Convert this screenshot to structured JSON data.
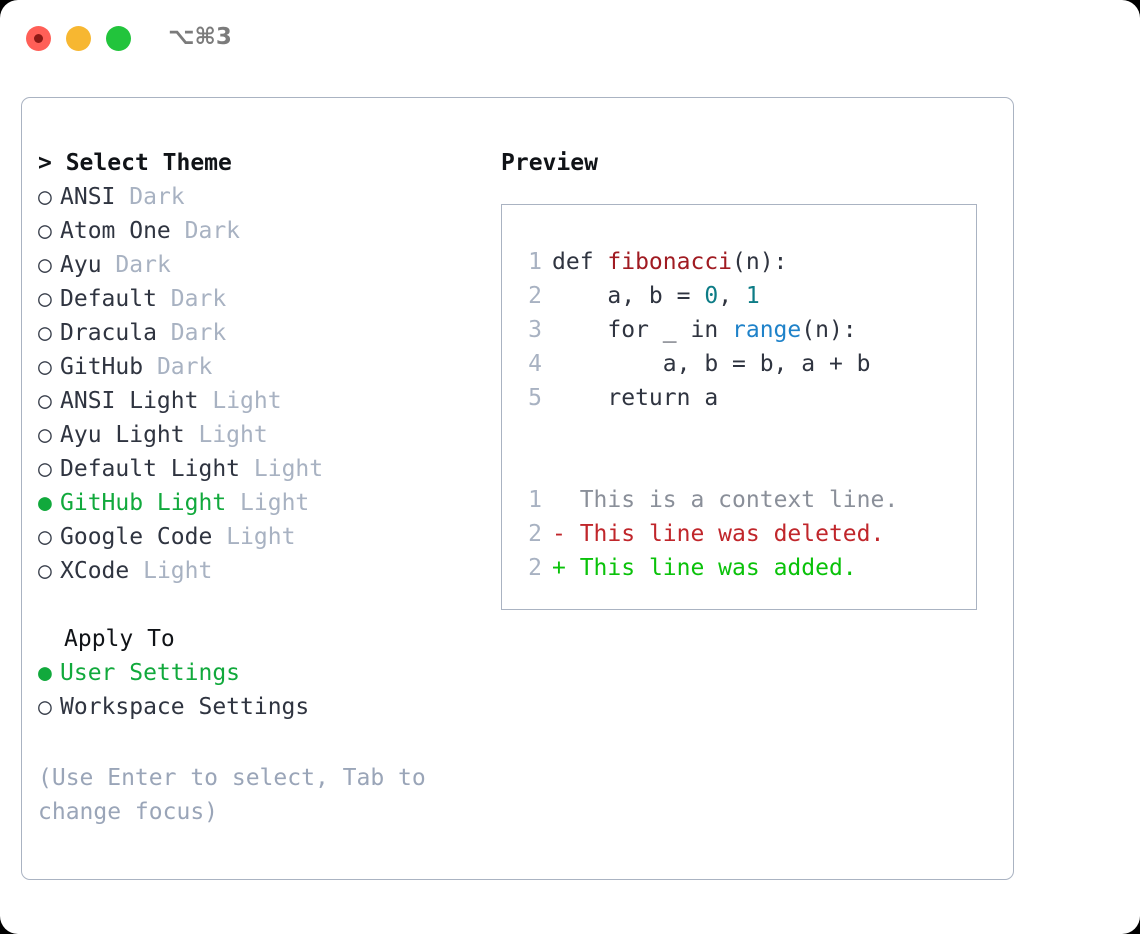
{
  "titlebar": {
    "shortcut": "⌥⌘3",
    "buttons": [
      {
        "name": "close",
        "color": "#ff5f57"
      },
      {
        "name": "minimize",
        "color": "#f7b731"
      },
      {
        "name": "maximize",
        "color": "#22c43c"
      }
    ]
  },
  "theme_picker": {
    "caret": "> ",
    "title": "Select Theme",
    "items": [
      {
        "bullet": "○",
        "name": "ANSI",
        "tag": "Dark",
        "selected": false
      },
      {
        "bullet": "○",
        "name": "Atom One",
        "tag": "Dark",
        "selected": false
      },
      {
        "bullet": "○",
        "name": "Ayu",
        "tag": "Dark",
        "selected": false
      },
      {
        "bullet": "○",
        "name": "Default",
        "tag": "Dark",
        "selected": false
      },
      {
        "bullet": "○",
        "name": "Dracula",
        "tag": "Dark",
        "selected": false
      },
      {
        "bullet": "○",
        "name": "GitHub",
        "tag": "Dark",
        "selected": false
      },
      {
        "bullet": "○",
        "name": "ANSI Light",
        "tag": "Light",
        "selected": false
      },
      {
        "bullet": "○",
        "name": "Ayu Light",
        "tag": "Light",
        "selected": false
      },
      {
        "bullet": "○",
        "name": "Default Light",
        "tag": "Light",
        "selected": false
      },
      {
        "bullet": "●",
        "name": "GitHub Light",
        "tag": "Light",
        "selected": true
      },
      {
        "bullet": "○",
        "name": "Google Code",
        "tag": "Light",
        "selected": false
      },
      {
        "bullet": "○",
        "name": "XCode",
        "tag": "Light",
        "selected": false
      }
    ]
  },
  "apply_to": {
    "title": "Apply To",
    "items": [
      {
        "bullet": "●",
        "label": "User Settings",
        "selected": true
      },
      {
        "bullet": "○",
        "label": "Workspace Settings",
        "selected": false
      }
    ]
  },
  "hint": "(Use Enter to select, Tab to change focus)",
  "preview": {
    "title": "Preview",
    "code_lines": [
      {
        "no": "1",
        "tokens": [
          {
            "t": "def ",
            "c": "plain"
          },
          {
            "t": "fibonacci",
            "c": "func"
          },
          {
            "t": "(n):",
            "c": "plain"
          }
        ]
      },
      {
        "no": "2",
        "tokens": [
          {
            "t": "    a, b = ",
            "c": "plain"
          },
          {
            "t": "0",
            "c": "num"
          },
          {
            "t": ", ",
            "c": "plain"
          },
          {
            "t": "1",
            "c": "num"
          }
        ]
      },
      {
        "no": "3",
        "tokens": [
          {
            "t": "    for _ in ",
            "c": "plain"
          },
          {
            "t": "range",
            "c": "call"
          },
          {
            "t": "(n):",
            "c": "plain"
          }
        ]
      },
      {
        "no": "4",
        "tokens": [
          {
            "t": "        a, b = b, a + b",
            "c": "plain"
          }
        ]
      },
      {
        "no": "5",
        "tokens": [
          {
            "t": "    return a",
            "c": "plain"
          }
        ]
      }
    ],
    "diff_lines": [
      {
        "no": "1",
        "marker": " ",
        "text": " This is a context line.",
        "kind": "context"
      },
      {
        "no": "2",
        "marker": "-",
        "text": " This line was deleted.",
        "kind": "deleted"
      },
      {
        "no": "2",
        "marker": "+",
        "text": " This line was added.",
        "kind": "added"
      }
    ]
  },
  "colors": {
    "accent_green": "#11a93c",
    "diff_add": "#0ac20a",
    "diff_del": "#c0262b",
    "muted": "#a8b2c2",
    "border": "#aab3c2",
    "text": "#2f3440"
  }
}
